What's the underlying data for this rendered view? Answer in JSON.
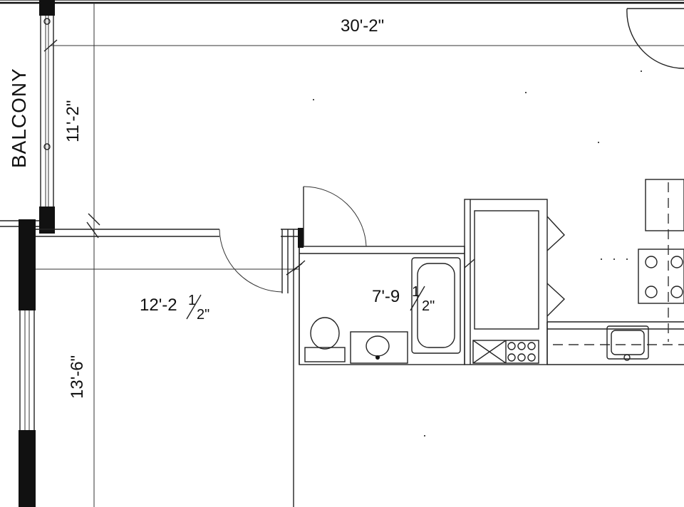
{
  "labels": {
    "balcony": "BALCONY",
    "overall_width": "30'-2\"",
    "balcony_depth": "11'-2\"",
    "bedroom_width": "12'-2",
    "bedroom_width_frac_num": "1",
    "bedroom_width_frac_den": "2\"",
    "bath_width": "7'-9",
    "bath_width_frac_num": "1",
    "bath_width_frac_den": "2\"",
    "bedroom_depth": "13'-6\""
  }
}
